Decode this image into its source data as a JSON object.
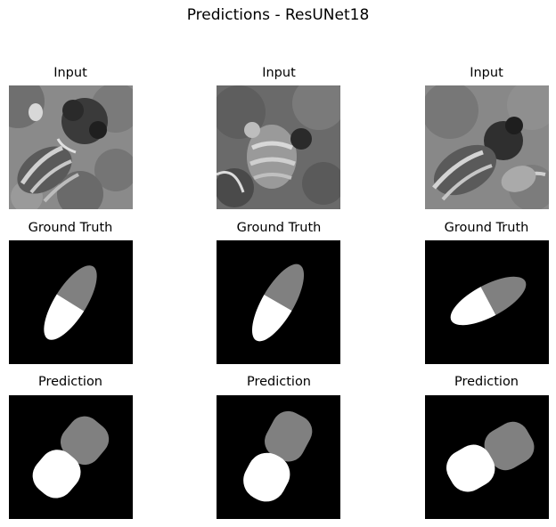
{
  "figure": {
    "title": "Predictions - ResUNet18"
  },
  "columns": [
    {
      "input_title": "Input",
      "gt_title": "Ground Truth",
      "pred_title": "Prediction"
    },
    {
      "input_title": "Input",
      "gt_title": "Ground Truth",
      "pred_title": "Prediction"
    },
    {
      "input_title": "Input",
      "gt_title": "Ground Truth",
      "pred_title": "Prediction"
    }
  ],
  "colors": {
    "mask_background": "#000000",
    "mask_head": "#ffffff",
    "mask_tail": "#808080"
  }
}
